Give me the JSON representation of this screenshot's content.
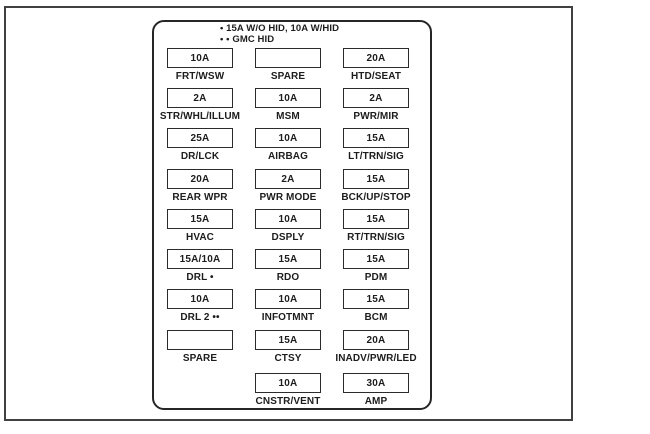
{
  "legend": {
    "line1": "• 15A W/O HID, 10A W/HID",
    "line2": "• • GMC HID"
  },
  "grid": {
    "rows": [
      {
        "cells": [
          {
            "amp": "10A",
            "label": "FRT/WSW"
          },
          {
            "amp": "",
            "label": "SPARE"
          },
          {
            "amp": "20A",
            "label": "HTD/SEAT"
          }
        ]
      },
      {
        "cells": [
          {
            "amp": "2A",
            "label": "STR/WHL/ILLUM"
          },
          {
            "amp": "10A",
            "label": "MSM"
          },
          {
            "amp": "2A",
            "label": "PWR/MIR"
          }
        ]
      },
      {
        "cells": [
          {
            "amp": "25A",
            "label": "DR/LCK"
          },
          {
            "amp": "10A",
            "label": "AIRBAG"
          },
          {
            "amp": "15A",
            "label": "LT/TRN/SIG"
          }
        ]
      },
      {
        "cells": [
          {
            "amp": "20A",
            "label": "REAR WPR"
          },
          {
            "amp": "2A",
            "label": "PWR MODE"
          },
          {
            "amp": "15A",
            "label": "BCK/UP/STOP"
          }
        ]
      },
      {
        "cells": [
          {
            "amp": "15A",
            "label": "HVAC"
          },
          {
            "amp": "10A",
            "label": "DSPLY"
          },
          {
            "amp": "15A",
            "label": "RT/TRN/SIG"
          }
        ]
      },
      {
        "cells": [
          {
            "amp": "15A/10A",
            "label": "DRL •"
          },
          {
            "amp": "15A",
            "label": "RDO"
          },
          {
            "amp": "15A",
            "label": "PDM"
          }
        ]
      },
      {
        "cells": [
          {
            "amp": "10A",
            "label": "DRL 2 ••"
          },
          {
            "amp": "10A",
            "label": "INFOTMNT"
          },
          {
            "amp": "15A",
            "label": "BCM"
          }
        ]
      },
      {
        "cells": [
          {
            "amp": "",
            "label": "SPARE"
          },
          {
            "amp": "15A",
            "label": "CTSY"
          },
          {
            "amp": "20A",
            "label": "INADV/PWR/LED"
          }
        ]
      },
      {
        "cells": [
          null,
          {
            "amp": "10A",
            "label": "CNSTR/VENT"
          },
          {
            "amp": "30A",
            "label": "AMP"
          }
        ]
      }
    ]
  },
  "colors": {
    "frame_border": "#414141",
    "panel_border": "#262626",
    "box_border": "#2b2b2b",
    "text": "#1d1d1d",
    "background": "#ffffff"
  }
}
